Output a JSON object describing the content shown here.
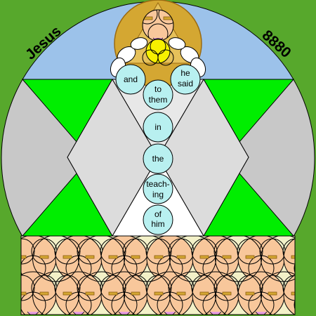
{
  "corner_left": "Jesus",
  "corner_right": "8880",
  "circles": [
    {
      "lines": [
        "and"
      ]
    },
    {
      "lines": [
        "he",
        "said"
      ]
    },
    {
      "lines": [
        "to",
        "them"
      ]
    },
    {
      "lines": [
        "in"
      ]
    },
    {
      "lines": [
        "the"
      ]
    },
    {
      "lines": [
        "teach-",
        "ing"
      ]
    },
    {
      "lines": [
        "of",
        "him"
      ]
    }
  ],
  "colors": {
    "sky": "#9cc2ea",
    "outside": "#57a82c",
    "green": "#00ee00",
    "grey": "#c8c8c8",
    "light": "#e8e8e8",
    "circle_fill": "#b8f0f0",
    "gold": "#d4a732",
    "gold_dark": "#9a6a12",
    "yellow": "#f7f000",
    "peach": "#f8c79b",
    "cream": "#f3f1c8",
    "brown": "#8a5a10",
    "pink": "#e89ce0"
  }
}
